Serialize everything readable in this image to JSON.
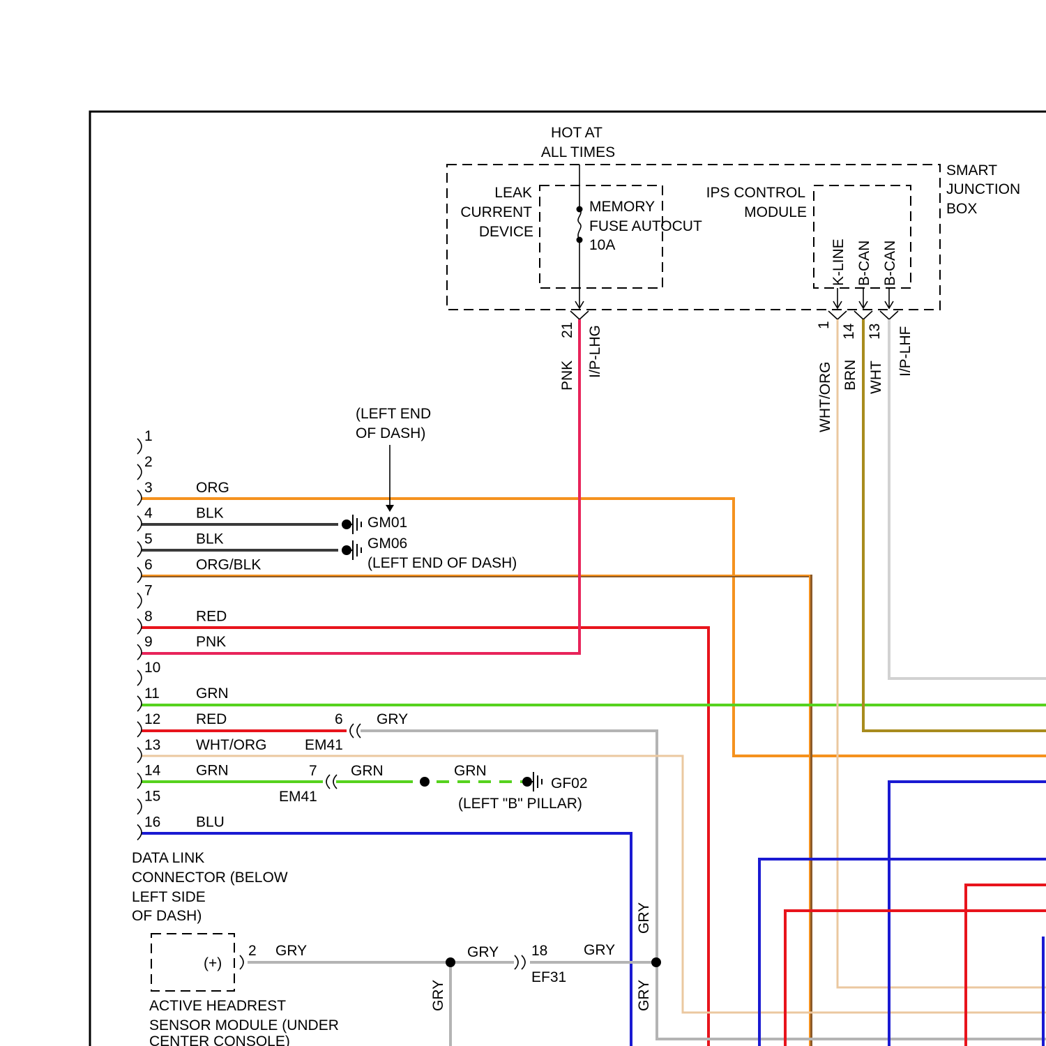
{
  "colors": {
    "ORG": "#f5921e",
    "BLK": "#3a3a3a",
    "RED": "#e8141c",
    "PNK": "#e8245a",
    "GRN": "#56d21e",
    "BLU": "#1a1ad2",
    "GRY": "#b4b4b4",
    "BRN": "#a88c1e",
    "WHT": "#d2d2d2",
    "WHT_ORG": "#ebc8a0",
    "ORG_BLK": "#8c5a28"
  },
  "junction_box": {
    "hot_at_line1": "HOT AT",
    "hot_at_line2": "ALL TIMES",
    "name_line1": "SMART",
    "name_line2": "JUNCTION",
    "name_line3": "BOX",
    "leak_line1": "LEAK",
    "leak_line2": "CURRENT",
    "leak_line3": "DEVICE",
    "fuse_line1": "MEMORY",
    "fuse_line2": "FUSE AUTOCUT",
    "fuse_line3": "10A",
    "ips_line1": "IPS CONTROL",
    "ips_line2": "MODULE",
    "ips_pins": [
      "K-LINE",
      "B-CAN",
      "B-CAN"
    ],
    "pin21_number": "21",
    "pin21_color": "PNK",
    "connector_lhg": "I/P-LHG",
    "right_pin_numbers": [
      "1",
      "14",
      "13"
    ],
    "right_pin_colors": [
      "WHT/ORG",
      "BRN",
      "WHT"
    ],
    "connector_lhf": "I/P-LHF"
  },
  "dlc": {
    "pins": [
      "1",
      "2",
      "3",
      "4",
      "5",
      "6",
      "7",
      "8",
      "9",
      "10",
      "11",
      "12",
      "13",
      "14",
      "15",
      "16"
    ],
    "wire_labels": [
      "",
      "",
      "ORG",
      "BLK",
      "BLK",
      "ORG/BLK",
      "",
      "RED",
      "PNK",
      "",
      "GRN",
      "RED",
      "WHT/ORG",
      "GRN",
      "",
      "BLU"
    ],
    "name_line1": "DATA LINK",
    "name_line2": "CONNECTOR (BELOW",
    "name_line3": "LEFT SIDE",
    "name_line4": "OF DASH)"
  },
  "grounds": {
    "left_end_line1": "(LEFT END",
    "left_end_line2": "OF DASH)",
    "gm01": "GM01",
    "gm06": "GM06",
    "gm06_location": "(LEFT END OF DASH)",
    "gf02": "GF02",
    "gf02_location": "(LEFT \"B\" PILLAR)"
  },
  "em41": {
    "name": "EM41",
    "pin_upper": "6",
    "pin_lower": "7",
    "gry": "GRY",
    "grn_1": "GRN",
    "grn_2": "GRN"
  },
  "headrest": {
    "plus": "(+)",
    "pin": "2",
    "wire": "GRY",
    "name_line1": "ACTIVE HEADREST",
    "name_line2": "SENSOR MODULE (UNDER",
    "name_line3": "CENTER CONSOLE)"
  },
  "ef31": {
    "name": "EF31",
    "pin": "18",
    "gry_left": "GRY",
    "gry_right": "GRY",
    "gry_vertical_left": "GRY",
    "gry_vertical_upper": "GRY",
    "gry_vertical_lower": "GRY"
  }
}
